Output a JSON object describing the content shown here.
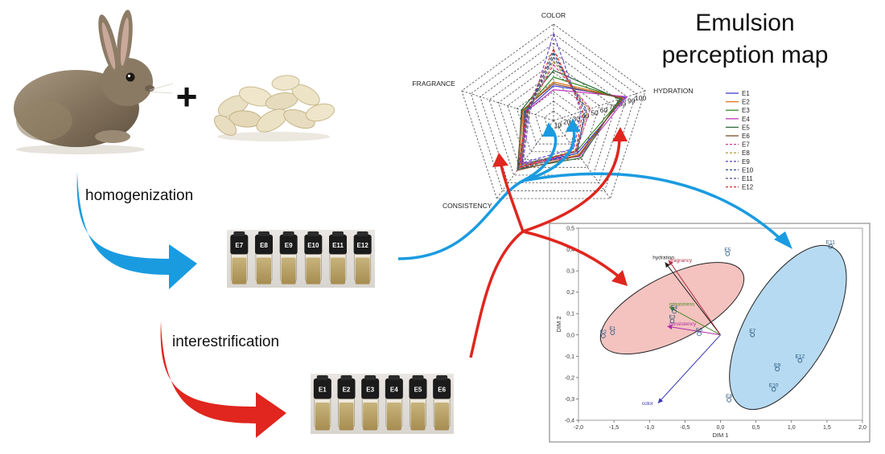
{
  "title_line1": "Emulsion",
  "title_line2": "perception map",
  "plus_sign": "+",
  "steps": {
    "homogenization": "homogenization",
    "interesterification": "interestrification"
  },
  "vials_homogenized": [
    "E7",
    "E8",
    "E9",
    "E10",
    "E11",
    "E12"
  ],
  "vials_interesterified": [
    "E1",
    "E2",
    "E3",
    "E4",
    "E5",
    "E6"
  ],
  "colors": {
    "blue_arrow": "#1a9be0",
    "red_arrow": "#e0261e",
    "ellipse_red": "#f2b8b5",
    "ellipse_blue": "#a9d3ee"
  },
  "chart_data": [
    {
      "type": "radar",
      "axes": [
        "COLOR",
        "HYDRATION",
        "",
        "CONSISTENCY",
        "FRAGRANCE"
      ],
      "ticks": [
        10,
        20,
        30,
        40,
        50,
        60,
        70,
        80,
        90,
        100
      ],
      "tick_labels_shown": [
        "10",
        "20",
        "30",
        "40",
        "50",
        "60",
        "70",
        "80",
        "90",
        "100"
      ],
      "series": [
        {
          "name": "E1",
          "color": "#3b3bd6",
          "dash": false,
          "values": [
            36,
            78,
            42,
            58,
            31
          ]
        },
        {
          "name": "E2",
          "color": "#e0741b",
          "dash": false,
          "values": [
            40,
            76,
            44,
            60,
            33
          ]
        },
        {
          "name": "E3",
          "color": "#3a8a2a",
          "dash": false,
          "values": [
            45,
            74,
            40,
            56,
            32
          ]
        },
        {
          "name": "E4",
          "color": "#c23bbf",
          "dash": false,
          "values": [
            32,
            80,
            46,
            55,
            30
          ]
        },
        {
          "name": "E5",
          "color": "#2d6b3a",
          "dash": false,
          "values": [
            52,
            72,
            48,
            62,
            35
          ]
        },
        {
          "name": "E6",
          "color": "#7a4a2a",
          "dash": false,
          "values": [
            38,
            75,
            45,
            64,
            34
          ]
        },
        {
          "name": "E7",
          "color": "#d23b8a",
          "dash": true,
          "values": [
            58,
            40,
            40,
            60,
            28
          ]
        },
        {
          "name": "E8",
          "color": "#b7a23a",
          "dash": true,
          "values": [
            62,
            38,
            38,
            58,
            27
          ]
        },
        {
          "name": "E9",
          "color": "#6a4bd0",
          "dash": true,
          "values": [
            90,
            30,
            36,
            54,
            26
          ]
        },
        {
          "name": "E10",
          "color": "#2f4f86",
          "dash": true,
          "values": [
            70,
            34,
            42,
            62,
            29
          ]
        },
        {
          "name": "E11",
          "color": "#4a4a8a",
          "dash": true,
          "values": [
            66,
            36,
            40,
            56,
            28
          ]
        },
        {
          "name": "E12",
          "color": "#d2322d",
          "dash": true,
          "values": [
            74,
            32,
            39,
            60,
            30
          ]
        }
      ],
      "legend_position": "right"
    },
    {
      "type": "scatter",
      "xlabel": "DIM 1",
      "ylabel": "DIM 2",
      "xlim": [
        -2.0,
        2.0
      ],
      "ylim": [
        -0.4,
        0.5
      ],
      "x_ticks": [
        "-2,0",
        "-1,5",
        "-1,0",
        "-0,5",
        "0,0",
        "0,5",
        "1,0",
        "1,5",
        "2,0"
      ],
      "y_ticks": [
        "0,5",
        "0,4",
        "0,3",
        "0,2",
        "0,1",
        "0,0",
        "-0,1",
        "-0,2",
        "-0,3",
        "-0,4"
      ],
      "points": [
        {
          "name": "E1",
          "x": -1.52,
          "y": 0.01
        },
        {
          "name": "E2",
          "x": -1.65,
          "y": -0.005
        },
        {
          "name": "E3",
          "x": -0.68,
          "y": 0.065
        },
        {
          "name": "E4",
          "x": -0.65,
          "y": 0.11
        },
        {
          "name": "E5",
          "x": 0.1,
          "y": 0.38
        },
        {
          "name": "E6",
          "x": -0.3,
          "y": 0.005
        },
        {
          "name": "E7",
          "x": 0.45,
          "y": 0.0
        },
        {
          "name": "E8",
          "x": 0.12,
          "y": -0.305
        },
        {
          "name": "E9",
          "x": 0.8,
          "y": -0.16
        },
        {
          "name": "E10",
          "x": 0.75,
          "y": -0.255
        },
        {
          "name": "E11",
          "x": 1.55,
          "y": 0.415
        },
        {
          "name": "E12",
          "x": 1.12,
          "y": -0.12
        }
      ],
      "vectors": [
        {
          "name": "hydration",
          "x": -0.78,
          "y": 0.34,
          "color": "#1e1e1e"
        },
        {
          "name": "fragrancy",
          "x": -0.73,
          "y": 0.35,
          "color": "#b03040"
        },
        {
          "name": "greasiness",
          "x": -0.72,
          "y": 0.13,
          "color": "#4f8a2a"
        },
        {
          "name": "consistency",
          "x": -0.75,
          "y": 0.04,
          "color": "#b02aa8"
        },
        {
          "name": "color",
          "x": -0.88,
          "y": -0.32,
          "color": "#3a3ab8"
        }
      ]
    }
  ]
}
